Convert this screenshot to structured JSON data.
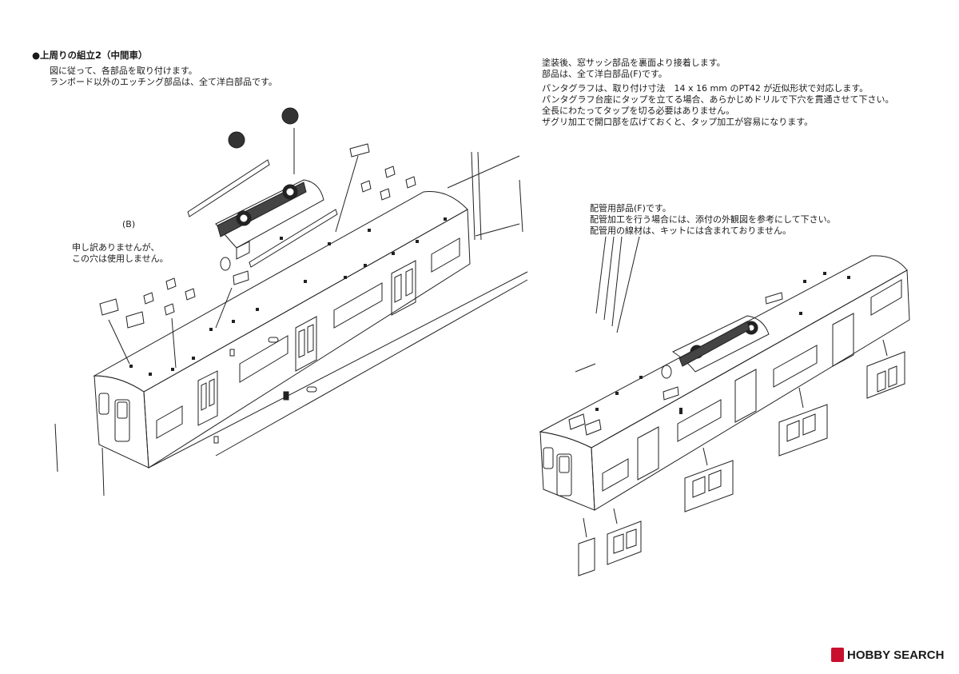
{
  "title": "●上周りの組立2（中間車）",
  "intro": [
    "図に従って、各部品を取り付けます。",
    "ランボード以外のエッチング部品は、全て洋白部品です。"
  ],
  "label_b": "(B)",
  "hole_note": [
    "申し訳ありませんが、",
    "この穴は使用しません。"
  ],
  "sash_note": [
    "塗装後、窓サッシ部品を裏面より接着します。",
    "部品は、全て洋白部品(F)です。"
  ],
  "pantograph_note": [
    "パンタグラフは、取り付け寸法　14 x 16 mm のPT42 が近似形状で対応します。",
    "パンタグラフ台座にタップを立てる場合、あらかじめドリルで下穴を貫通させて下さい。",
    "全長にわたってタップを切る必要はありません。",
    "ザグリ加工で開口部を広げておくと、タップ加工が容易になります。"
  ],
  "piping_note": [
    "配管用部品(F)です。",
    "配管加工を行う場合には、添付の外観図を参考にして下さい。",
    "配管用の線材は、キットには含まれておりません。"
  ],
  "watermark": "HOBBY SEARCH"
}
